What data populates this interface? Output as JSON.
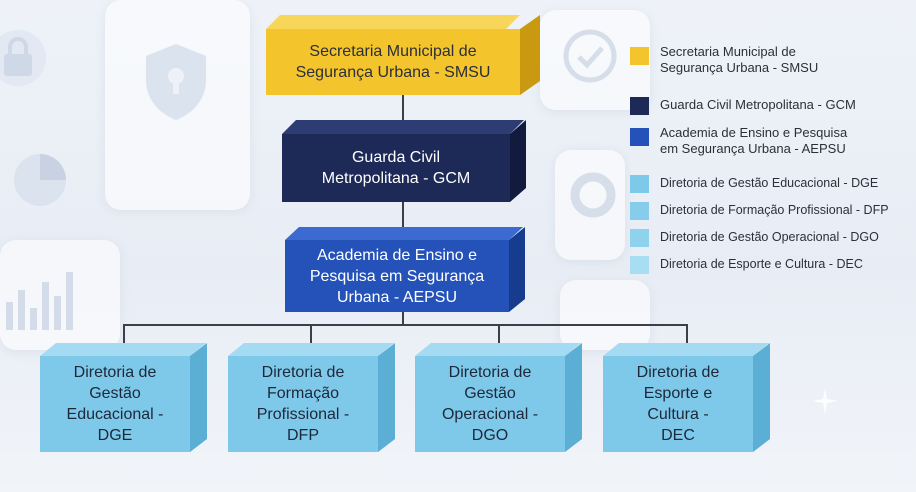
{
  "colors": {
    "smsu": "#f3c42b",
    "gcm": "#1d2a57",
    "aepsu": "#2452b8",
    "diretoria": "#7ec8ea",
    "connector": "#3a3f4a"
  },
  "background_icons": [
    "lock-icon",
    "shield-keyhole-icon",
    "pie-chart-icon",
    "bar-chart-icon",
    "checkmark-circle-icon",
    "donut-chart-icon",
    "sparkle-icon"
  ],
  "org_chart": {
    "smsu": "Secretaria Municipal de\nSegurança Urbana - SMSU",
    "gcm": "Guarda Civil\nMetropolitana - GCM",
    "aepsu": "Academia de Ensino e\nPesquisa em Segurança\nUrbana - AEPSU",
    "diretorias": [
      "Diretoria de\nGestão\nEducacional -\nDGE",
      "Diretoria de\nFormação\nProfissional -\nDFP",
      "Diretoria de\nGestão\nOperacional -\nDGO",
      "Diretoria de\nEsporte e\nCultura -\nDEC"
    ]
  },
  "legend": [
    {
      "label": "Secretaria Municipal de\nSegurança Urbana - SMSU",
      "color": "#f3c42b"
    },
    {
      "label": "Guarda Civil Metropolitana - GCM",
      "color": "#1d2a57"
    },
    {
      "label": "Academia de Ensino e Pesquisa\nem Segurança Urbana - AEPSU",
      "color": "#2452b8"
    },
    {
      "label": "Diretoria de Gestão Educacional - DGE",
      "color": "#7ec8ea"
    },
    {
      "label": "Diretoria de Formação Profissional - DFP",
      "color": "#86cdec"
    },
    {
      "label": "Diretoria de Gestão Operacional - DGO",
      "color": "#8fd2ee"
    },
    {
      "label": "Diretoria de Esporte e Cultura - DEC",
      "color": "#a8def4"
    }
  ]
}
